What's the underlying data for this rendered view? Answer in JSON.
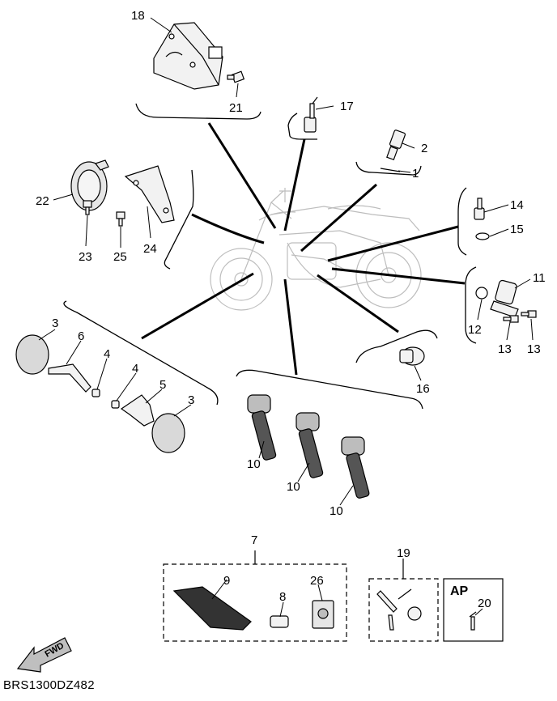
{
  "diagram": {
    "drawing_code": "BRS1300DZ482",
    "ap_label": "AP",
    "fwd_label": "FWD",
    "callouts": [
      {
        "id": "c18",
        "text": "18"
      },
      {
        "id": "c21",
        "text": "21"
      },
      {
        "id": "c17",
        "text": "17"
      },
      {
        "id": "c2",
        "text": "2"
      },
      {
        "id": "c1",
        "text": "1"
      },
      {
        "id": "c14",
        "text": "14"
      },
      {
        "id": "c15",
        "text": "15"
      },
      {
        "id": "c11",
        "text": "11"
      },
      {
        "id": "c12",
        "text": "12"
      },
      {
        "id": "c13a",
        "text": "13"
      },
      {
        "id": "c13b",
        "text": "13"
      },
      {
        "id": "c16",
        "text": "16"
      },
      {
        "id": "c22",
        "text": "22"
      },
      {
        "id": "c23",
        "text": "23"
      },
      {
        "id": "c25",
        "text": "25"
      },
      {
        "id": "c24",
        "text": "24"
      },
      {
        "id": "c3a",
        "text": "3"
      },
      {
        "id": "c6",
        "text": "6"
      },
      {
        "id": "c4a",
        "text": "4"
      },
      {
        "id": "c4b",
        "text": "4"
      },
      {
        "id": "c5",
        "text": "5"
      },
      {
        "id": "c3b",
        "text": "3"
      },
      {
        "id": "c10a",
        "text": "10"
      },
      {
        "id": "c10b",
        "text": "10"
      },
      {
        "id": "c10c",
        "text": "10"
      },
      {
        "id": "c7",
        "text": "7"
      },
      {
        "id": "c9",
        "text": "9"
      },
      {
        "id": "c8",
        "text": "8"
      },
      {
        "id": "c26",
        "text": "26"
      },
      {
        "id": "c19",
        "text": "19"
      },
      {
        "id": "c20",
        "text": "20"
      }
    ]
  }
}
